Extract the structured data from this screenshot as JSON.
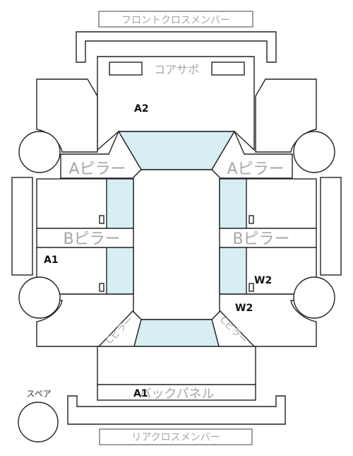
{
  "labels": {
    "front_cross_member": "フロントクロスメンバー",
    "core_support": "コアサポ",
    "a_pillar_left": "Aピラー",
    "a_pillar_right": "Aピラー",
    "b_pillar_left": "Bピラー",
    "b_pillar_right": "Bピラー",
    "c_pillar_left": "Cピラー",
    "c_pillar_right": "Cピラー",
    "back_panel": "バックパネル",
    "rear_cross_member": "リアクロスメンバー",
    "spare": "スペア"
  },
  "damage_marks": {
    "a2_front": "A2",
    "a1_left": "A1",
    "w2_right_door": "W2",
    "w2_right_rear": "W2",
    "a1_rear": "A1"
  },
  "colors": {
    "glass": "#d6eef4",
    "outline": "#222222",
    "faint_text": "#a6a6a6"
  }
}
